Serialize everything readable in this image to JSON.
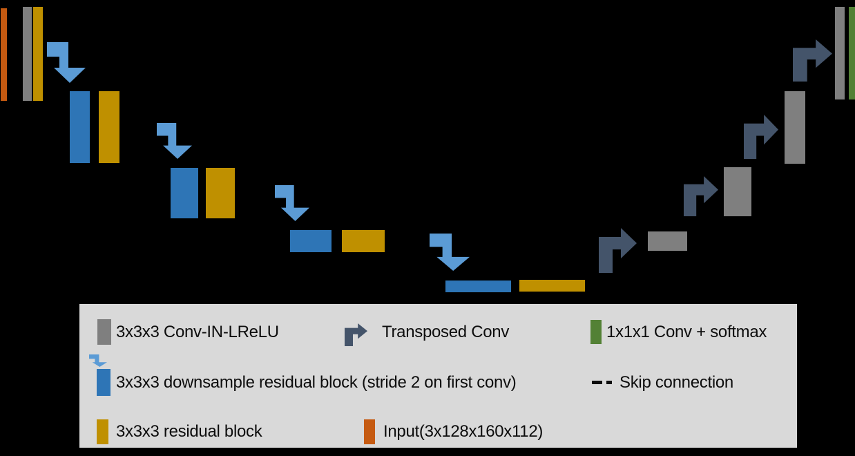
{
  "figure": {
    "name": "3D U-Net encoder-decoder segmentation network architecture diagram",
    "input_label": "Input(3x128x160x112)",
    "levels": 5
  },
  "colors": {
    "background": "#000000",
    "input_orange": "#C55A11",
    "conv_gray": "#7F7F7F",
    "residual_gold": "#BF9000",
    "downsample_blue": "#2E75B6",
    "down_arrow_blue": "#5B9BD5",
    "transposed_arrow_slate": "#44546A",
    "output_green": "#538135",
    "legend_bg": "#D9D9D9",
    "legend_text": "#0D0D0D"
  },
  "legend": {
    "items": [
      {
        "swatch": "gray-bar",
        "label": "3x3x3 Conv-IN-LReLU"
      },
      {
        "swatch": "dark-bent-arrow",
        "label": "Transposed Conv"
      },
      {
        "swatch": "green-bar",
        "label": "1x1x1 Conv + softmax"
      },
      {
        "swatch": "blue-bar-down-arrow",
        "label": "3x3x3 downsample residual block (stride 2 on first conv)"
      },
      {
        "swatch": "black-dashes",
        "label": "Skip connection"
      },
      {
        "swatch": "gold-bar",
        "label": "3x3x3 residual block"
      },
      {
        "swatch": "orange-bar",
        "label": "Input(3x128x160x112)"
      }
    ]
  }
}
